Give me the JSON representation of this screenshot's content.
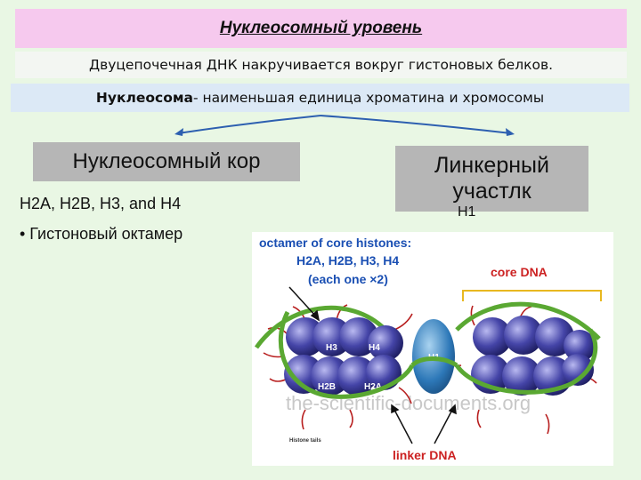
{
  "title": "Нуклеосомный уровень",
  "subtitle": "Двуцепочечная ДНК накручивается вокруг гистоновых белков.",
  "definition": {
    "term": "Нуклеосома",
    "text": " - наименьшая единица хроматина и хромосомы"
  },
  "left_column": {
    "heading": "Нуклеосомный кор",
    "histones": "H2A, H2B, H3, and H4",
    "bullet": "• Гистоновый октамер"
  },
  "right_column": {
    "heading_line1": "Линкерный",
    "heading_line2": "участлк",
    "partial_label": "H1"
  },
  "figure": {
    "octamer_line1": "octamer of core histones:",
    "octamer_line2": "H2A, H2B, H3, H4",
    "octamer_line3": "(each one ×2)",
    "core_dna": "core DNA",
    "h3": "H3",
    "h4": "H4",
    "h2b": "H2B",
    "h2a": "H2A",
    "h1": "H1",
    "histone_tails": "Histone tails",
    "linker_dna": "linker DNA",
    "watermark": "the-scientific-documents.org",
    "colors": {
      "label_blue": "#1a4fb3",
      "label_red": "#cc2222",
      "dna_green": "#5aa832",
      "histone_purple": "#3f3f9e",
      "h1_blue": "#2d78b8",
      "bracket_yellow": "#e8b820"
    }
  }
}
